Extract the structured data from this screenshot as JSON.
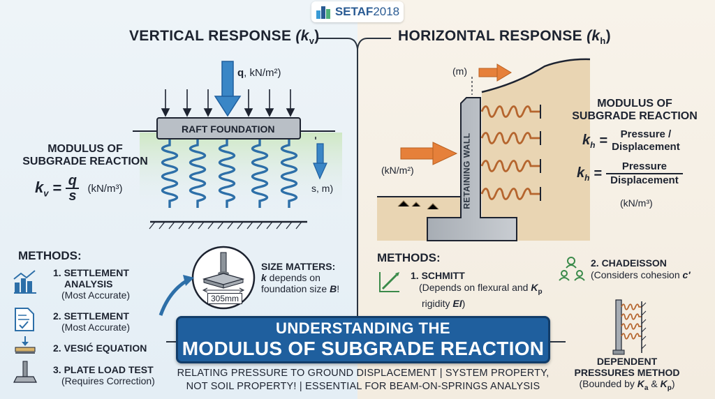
{
  "logo": {
    "prefix": "SETAF",
    "year": "2018"
  },
  "left": {
    "title": "VERTICAL RESPONSE",
    "title_symbol": "(k",
    "title_sub": "v",
    "title_close": ")",
    "load_q": "q",
    "load_unit": ", kN/m²)",
    "raft_label": "RAFT FOUNDATION",
    "settlement_label": "s, m)",
    "modulus_l1": "MODULUS OF",
    "modulus_l2": "SUBGRADE REACTION",
    "formula_k": "k",
    "formula_sub": "v",
    "formula_eq": "=",
    "formula_num": "q",
    "formula_den": "s",
    "formula_unit": "(kN/m³)",
    "methods_title": "METHODS:",
    "methods": [
      {
        "title_l1": "1. SETTLEMENT",
        "title_l2": "ANALYSIS",
        "note": "(Most Accurate)"
      },
      {
        "title_l1": "2. SETTLEMENT",
        "title_l2": "",
        "note": "(Most Accurate)"
      },
      {
        "title_l1": "2. VESIĆ EQUATION",
        "title_l2": "",
        "note": ""
      },
      {
        "title_l1": "3. PLATE LOAD TEST",
        "title_l2": "",
        "note": "(Requires Correction)"
      }
    ],
    "plate_size": "305mm",
    "size_title": "SIZE MATTERS:",
    "size_l1_k": "k",
    "size_l1_rest": " depends on",
    "size_l2": "foundation size ",
    "size_l2_b": "B",
    "size_l2_end": "!"
  },
  "right": {
    "title": "HORIZONTAL RESPONSE",
    "title_symbol": "(k",
    "title_sub": "h",
    "title_close": ")",
    "m_label": "(m)",
    "pressure_label": "(kN/m²)",
    "wall_label": "RETAINING WALL",
    "modulus_l1": "MODULUS OF",
    "modulus_l2": "SUBGRADE REACTION",
    "formula1_k": "k",
    "formula1_sub": "h",
    "formula1_eq": "=",
    "formula1_num": "Pressure /",
    "formula1_den": "Displacement",
    "formula2_k": "k",
    "formula2_sub": "h",
    "formula2_eq": "=",
    "formula2_num": "Pressure",
    "formula2_den": "Displacement",
    "formula_unit": "(kN/m³)",
    "methods_title": "METHODS:",
    "schmitt_title": "1. SCHMITT",
    "schmitt_l1": "(Depends on flexural and ",
    "schmitt_kp": "K",
    "schmitt_kp_sub": "p",
    "schmitt_l2": "rigidity ",
    "schmitt_ei": "EI",
    "schmitt_l2_end": ")",
    "chad_title": "2. CHADEISSON",
    "chad_note": "(Considers cohesion ",
    "chad_c": "c′",
    "dep_l1": "DEPENDENT",
    "dep_l2": "PRESSURES METHOD",
    "dep_l3a": "(Bounded by ",
    "dep_ka": "K",
    "dep_ka_sub": "a",
    "dep_amp": " & ",
    "dep_kp": "K",
    "dep_kp_sub": "p",
    "dep_l3_end": ")"
  },
  "banner": {
    "line1": "UNDERSTANDING THE",
    "line2": "MODULUS OF SUBGRADE REACTION"
  },
  "footer": {
    "line1": "RELATING PRESSURE TO GROUND DISPLACEMENT | SYSTEM PROPERTY,",
    "line2": "NOT SOIL PROPERTY! | ESSENTIAL FOR BEAM-ON-SPRINGS ANALYSIS"
  },
  "colors": {
    "accent_blue": "#1f5f9e",
    "spring_blue": "#2d6fa8",
    "spring_copper": "#b5652e",
    "arrow_orange": "#e6803a",
    "wall_gray": "#b9bec4",
    "soil_tan": "#e9d5b3"
  }
}
